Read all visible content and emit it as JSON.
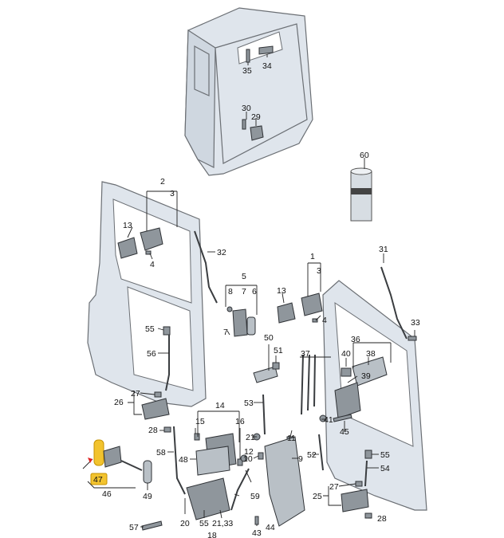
{
  "diagram": {
    "callouts": {
      "c35": "35",
      "c34": "34",
      "c30": "30",
      "c29": "29",
      "c60": "60",
      "c2": "2",
      "c3a": "3",
      "c13a": "13",
      "c4a": "4",
      "c32": "32",
      "c31": "31",
      "c1": "1",
      "c3b": "3",
      "c13b": "13",
      "c4b": "4",
      "c5": "5",
      "c8": "8",
      "c7": "7",
      "c6": "6",
      "c33": "33",
      "c55a": "55",
      "c56": "56",
      "c50": "50",
      "c51": "51",
      "c37": "37",
      "c40": "40",
      "c36": "36",
      "c38": "38",
      "c39": "39",
      "c41": "41",
      "c53": "53",
      "c27a": "27",
      "c26": "26",
      "c28a": "28",
      "c14": "14",
      "c15": "15",
      "c16": "16",
      "c21a": "21",
      "c11": "11",
      "c9": "9",
      "c10": "10",
      "c45": "45",
      "c52": "52",
      "c55b": "55",
      "c54": "54",
      "c58": "58",
      "c48": "48",
      "c12": "12",
      "c47": "47",
      "c46": "46",
      "c49": "49",
      "c59": "59",
      "c27b": "27",
      "c25": "25",
      "c57": "57",
      "c20": "20",
      "c55c": "55",
      "c2133": "21,33",
      "c18": "18",
      "c28b": "28",
      "c44": "44",
      "c43": "43"
    },
    "highlighted_callout": "47",
    "highlight_color": "#f2c32e",
    "arrow_color": "#e02020"
  }
}
